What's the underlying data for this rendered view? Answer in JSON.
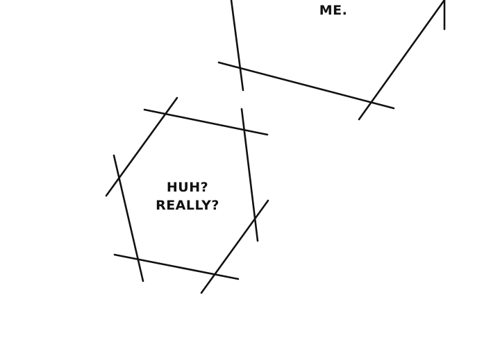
{
  "bubbles": [
    {
      "id": "top",
      "lines": [
        "...",
        "ME."
      ]
    },
    {
      "id": "middle",
      "lines": [
        "HUH?",
        "REALLY?"
      ]
    }
  ]
}
